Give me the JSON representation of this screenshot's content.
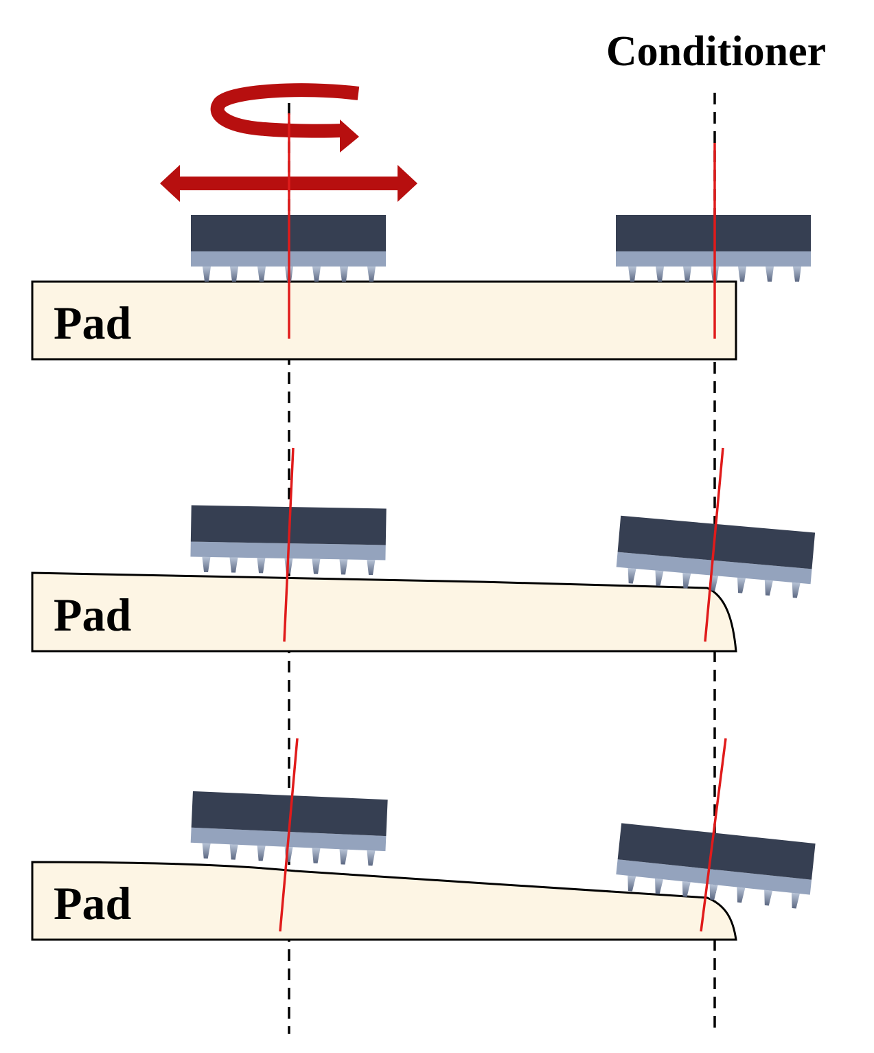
{
  "title": "Conditioner",
  "pad_labels": [
    "Pad",
    "Pad",
    "Pad"
  ],
  "colors": {
    "pad_fill": "#fdf5e4",
    "pad_stroke": "#000000",
    "conditioner_body": "#363f52",
    "conditioner_base": "#94a3bd",
    "diamond_tip": "#6f7b95",
    "axis_line": "#e01b1b",
    "motion_arrow": "#b70f0f",
    "guide_dash": "#000000"
  },
  "icons": [
    "rotation-arrow-icon",
    "double-headed-arrow-icon"
  ]
}
